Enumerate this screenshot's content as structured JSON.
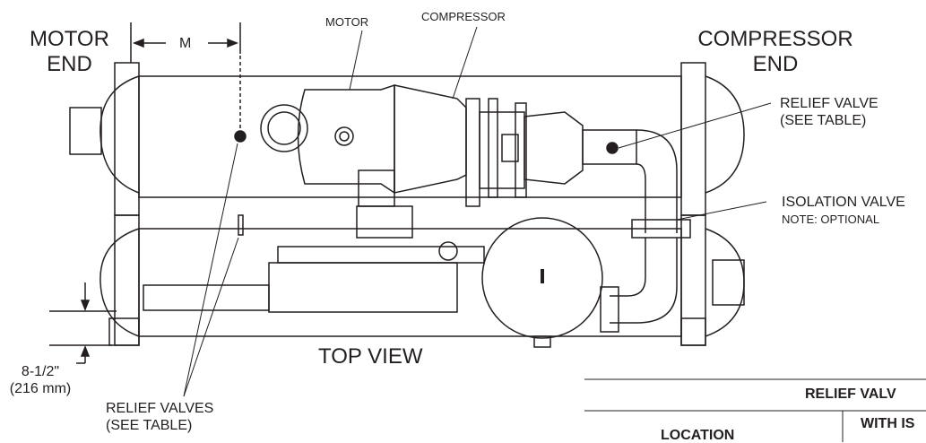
{
  "labels": {
    "motor_end": [
      "MOTOR",
      "END"
    ],
    "compressor_end": [
      "COMPRESSOR",
      "END"
    ],
    "dim_m": "M",
    "motor": "MOTOR",
    "compressor": "COMPRESSOR",
    "relief_valve_right": [
      "RELIEF VALVE",
      "(SEE TABLE)"
    ],
    "isolation_valve": "ISOLATION VALVE",
    "isolation_note": "NOTE: OPTIONAL",
    "top_view": "TOP VIEW",
    "dim_height": [
      "8-1/2\"",
      "(216 mm)"
    ],
    "relief_valves_left": [
      "RELIEF VALVES",
      "(SEE TABLE)"
    ]
  },
  "table": {
    "title": "RELIEF VALV",
    "location_header": "LOCATION",
    "with_header": "WITH IS"
  }
}
